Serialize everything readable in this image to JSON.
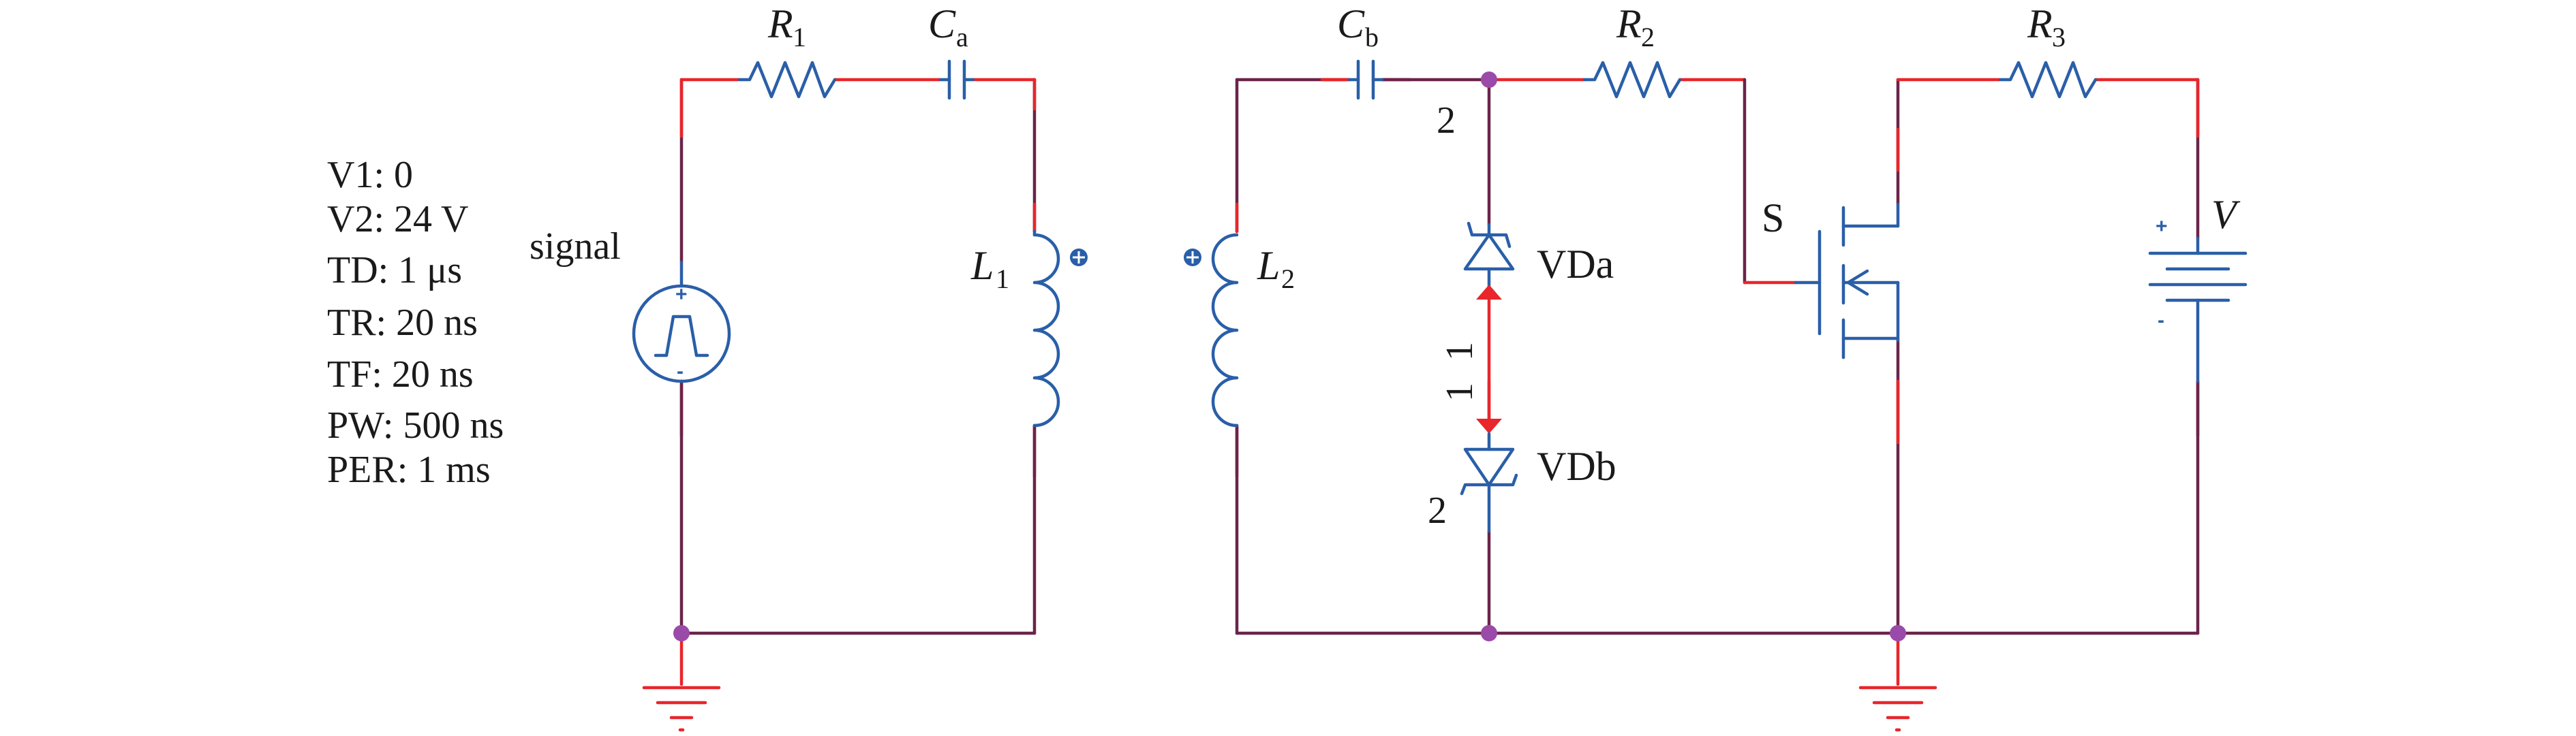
{
  "source_params": [
    "V1: 0",
    "V2: 24 V",
    "TD: 1 μs",
    "TR: 20 ns",
    "TF: 20 ns",
    "PW: 500 ns",
    "PER: 1 ms"
  ],
  "labels": {
    "signal": "signal",
    "r1": "R",
    "r1_sub": "1",
    "ca": "C",
    "ca_sub": "a",
    "cb": "C",
    "cb_sub": "b",
    "r2": "R",
    "r2_sub": "2",
    "r3": "R",
    "r3_sub": "3",
    "l1": "L",
    "l1_sub": "1",
    "l2": "L",
    "l2_sub": "2",
    "vda": "VDa",
    "vdb": "VDb",
    "switch": "S",
    "battery": "V",
    "pin_vda_top": "2",
    "pin_vda_bottom": "1",
    "pin_vdb_top": "1",
    "pin_vdb_bottom": "2",
    "plus": "+",
    "minus": "-"
  },
  "colors": {
    "wire": "#6b2449",
    "wire_highlight": "#e8262b",
    "component": "#2a5fa8",
    "node": "#9a4aa8"
  }
}
